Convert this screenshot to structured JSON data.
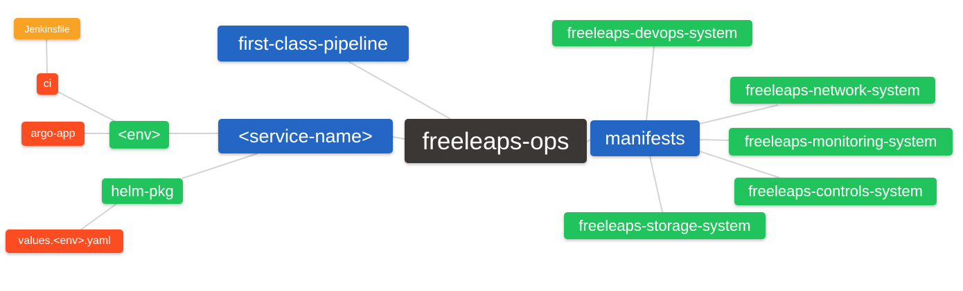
{
  "diagram": {
    "type": "mindmap",
    "background": "#ffffff",
    "root_label": "freeleaps-ops"
  },
  "colors": {
    "root_node": "#3B3735",
    "level2_node": "#2366C4",
    "level3_node": "#21C45C",
    "level4_node": "#FB4D21",
    "level5_node": "#F9A326",
    "edge": "#D4D4D4",
    "node_text": "#FFFFFF"
  },
  "nodes": {
    "freeleaps_ops": {
      "label": "freeleaps-ops"
    },
    "first_class_pipeline": {
      "label": "first-class-pipeline"
    },
    "service_name": {
      "label": "<service-name>"
    },
    "manifests": {
      "label": "manifests"
    },
    "env": {
      "label": "<env>"
    },
    "helm_pkg": {
      "label": "helm-pkg"
    },
    "argo_app": {
      "label": "argo-app"
    },
    "ci": {
      "label": "ci"
    },
    "jenkinsfile": {
      "label": "Jenkinsfile"
    },
    "values_env_yaml": {
      "label": "values.<env>.yaml"
    },
    "devops_system": {
      "label": "freeleaps-devops-system"
    },
    "network_system": {
      "label": "freeleaps-network-system"
    },
    "monitoring_system": {
      "label": "freeleaps-monitoring-system"
    },
    "controls_system": {
      "label": "freeleaps-controls-system"
    },
    "storage_system": {
      "label": "freeleaps-storage-system"
    }
  },
  "edges": [
    {
      "from": "jenkinsfile",
      "to": "ci"
    },
    {
      "from": "ci",
      "to": "env"
    },
    {
      "from": "argo_app",
      "to": "env"
    },
    {
      "from": "env",
      "to": "service_name"
    },
    {
      "from": "helm_pkg",
      "to": "service_name"
    },
    {
      "from": "values_env_yaml",
      "to": "helm_pkg"
    },
    {
      "from": "first_class_pipeline",
      "to": "freeleaps_ops"
    },
    {
      "from": "service_name",
      "to": "freeleaps_ops"
    },
    {
      "from": "freeleaps_ops",
      "to": "manifests"
    },
    {
      "from": "manifests",
      "to": "devops_system"
    },
    {
      "from": "manifests",
      "to": "network_system"
    },
    {
      "from": "manifests",
      "to": "monitoring_system"
    },
    {
      "from": "manifests",
      "to": "controls_system"
    },
    {
      "from": "manifests",
      "to": "storage_system"
    }
  ]
}
